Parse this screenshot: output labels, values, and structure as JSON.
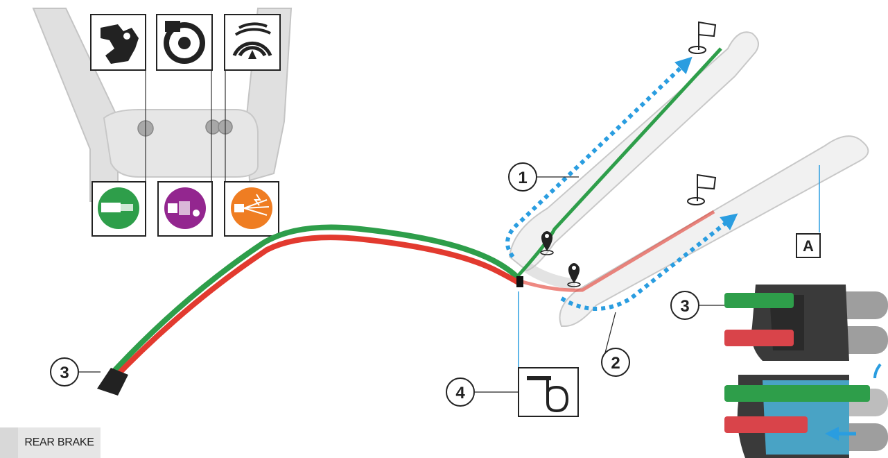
{
  "callouts": {
    "c1": "1",
    "c2": "2",
    "c3_left": "3",
    "c3_right": "3",
    "c4": "4"
  },
  "box_label": "A",
  "footer_label": "REAR BRAKE",
  "icons": {
    "top": [
      "rear-derailleur-icon",
      "brake-rotor-icon",
      "speed-sensor-icon"
    ],
    "bottom": [
      "shift-cable-icon",
      "hydraulic-hose-icon",
      "electric-wire-icon"
    ]
  },
  "colors": {
    "green_cable": "#2e9e4a",
    "red_cable": "#e23a2f",
    "route_arrow": "#2a9de0",
    "purple": "#93268f",
    "orange": "#ef7d22",
    "frame_gray": "#dcdcdc"
  }
}
